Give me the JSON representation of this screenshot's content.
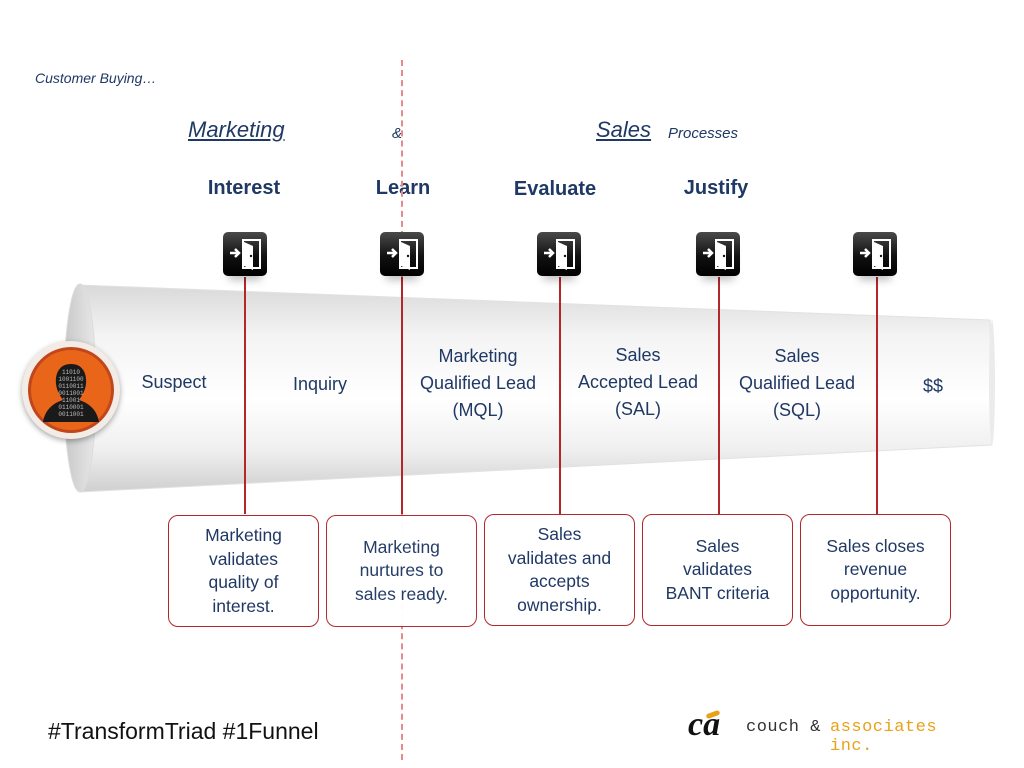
{
  "header": {
    "subtitle": "Customer Buying…",
    "marketing": "Marketing",
    "ampersand": "&",
    "sales": "Sales",
    "processes": "Processes"
  },
  "stages": [
    "Interest",
    "Learn",
    "Evaluate",
    "Justify"
  ],
  "funnel": {
    "suspect": "Suspect",
    "inquiry": "Inquiry",
    "mql": "Marketing\nQualified Lead\n(MQL)",
    "sal": "Sales\nAccepted Lead\n(SAL)",
    "sql": "Sales\nQualified Lead\n(SQL)",
    "revenue": "$$"
  },
  "avatar_binary": [
    "11010",
    "1001100",
    "0110011",
    "0011001",
    "11001",
    "0110001",
    "0011001",
    "011001"
  ],
  "callouts": [
    "Marketing\nvalidates\nquality of\ninterest.",
    "Marketing\nnurtures to\nsales ready.",
    "Sales\nvalidates and\naccepts\nownership.",
    "Sales\nvalidates\nBANT criteria",
    "Sales closes\nrevenue\nopportunity."
  ],
  "footer": {
    "hashtag": "#TransformTriad #1Funnel",
    "logo_mark": "ca",
    "logo_name": "couch & ",
    "logo_name2": "associates inc."
  },
  "colors": {
    "text": "#1f3864",
    "accent_red": "#b3262b",
    "avatar_orange": "#e8651a",
    "logo_orange": "#e8a21a"
  },
  "icons": [
    "door-exit-icon",
    "person-binary-icon"
  ]
}
